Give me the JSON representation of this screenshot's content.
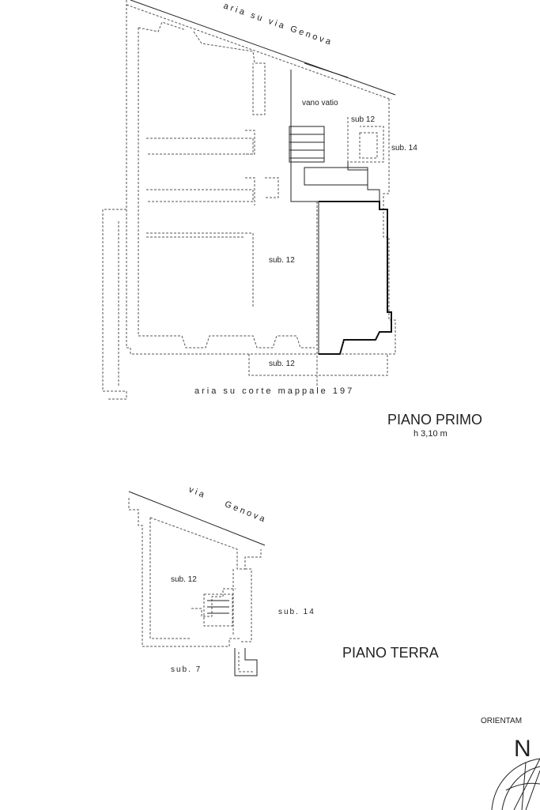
{
  "first_floor": {
    "street_label": "aria su via Genova",
    "vano_label": "vano vatio",
    "sub12_stair_label": "sub 12",
    "sub14_label": "sub. 14",
    "sub12_main_label": "sub. 12",
    "sub12_bottom_label": "sub. 12",
    "courtyard_label": "aria su corte mappale 197",
    "title": "PIANO PRIMO",
    "height": "h 3,10 m"
  },
  "ground_floor": {
    "street_label": "via Genova",
    "sub12_label": "sub. 12",
    "sub14_label": "sub. 14",
    "sub7_label": "sub. 7",
    "title": "PIANO TERRA"
  },
  "orientation": {
    "label": "ORIENTAM",
    "north": "N"
  }
}
